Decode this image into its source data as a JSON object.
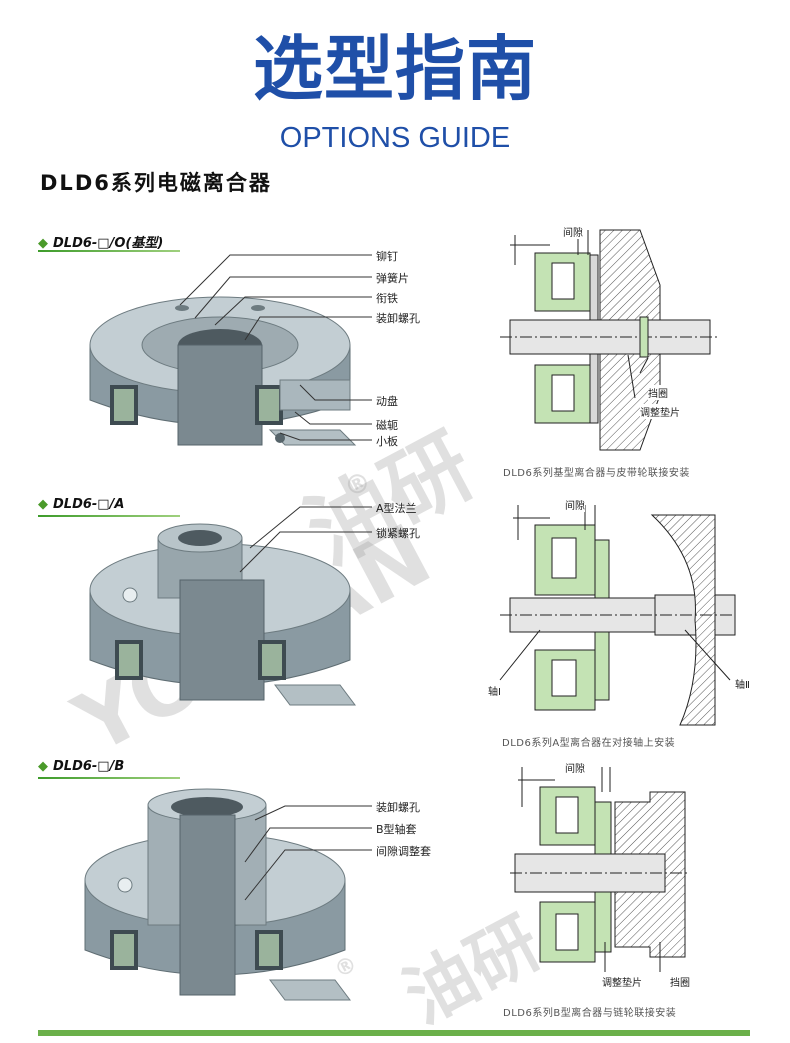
{
  "header": {
    "title_cn": "选型指南",
    "title_en": "OPTIONS GUIDE"
  },
  "series_title": "DLD6系列电磁离合器",
  "watermark": {
    "logo_text": "YOUYAN",
    "cn_text": "油研",
    "registered": "®"
  },
  "sections": [
    {
      "heading": "DLD6-□/O(基型)",
      "labels": [
        "铆钉",
        "弹簧片",
        "衔铁",
        "装卸螺孔",
        "动盘",
        "磁轭",
        "小板"
      ],
      "diagram_labels": [
        "间隙",
        "挡圈",
        "调整垫片"
      ],
      "caption": "DLD6系列基型离合器与皮带轮联接安装"
    },
    {
      "heading": "DLD6-□/A",
      "labels": [
        "A型法兰",
        "锁紧螺孔"
      ],
      "diagram_labels": [
        "间隙",
        "轴Ⅰ",
        "轴Ⅱ"
      ],
      "caption": "DLD6系列A型离合器在对接轴上安装"
    },
    {
      "heading": "DLD6-□/B",
      "labels": [
        "装卸螺孔",
        "B型轴套",
        "间隙调整套"
      ],
      "diagram_labels": [
        "间隙",
        "调整垫片",
        "挡圈"
      ],
      "caption": "DLD6系列B型离合器与链轮联接安装"
    }
  ],
  "colors": {
    "title_blue": "#1f4fa8",
    "accent_green": "#4a9a2a",
    "coil_green": "#c4e3b4",
    "metal_gray": "#a9b6bc"
  }
}
